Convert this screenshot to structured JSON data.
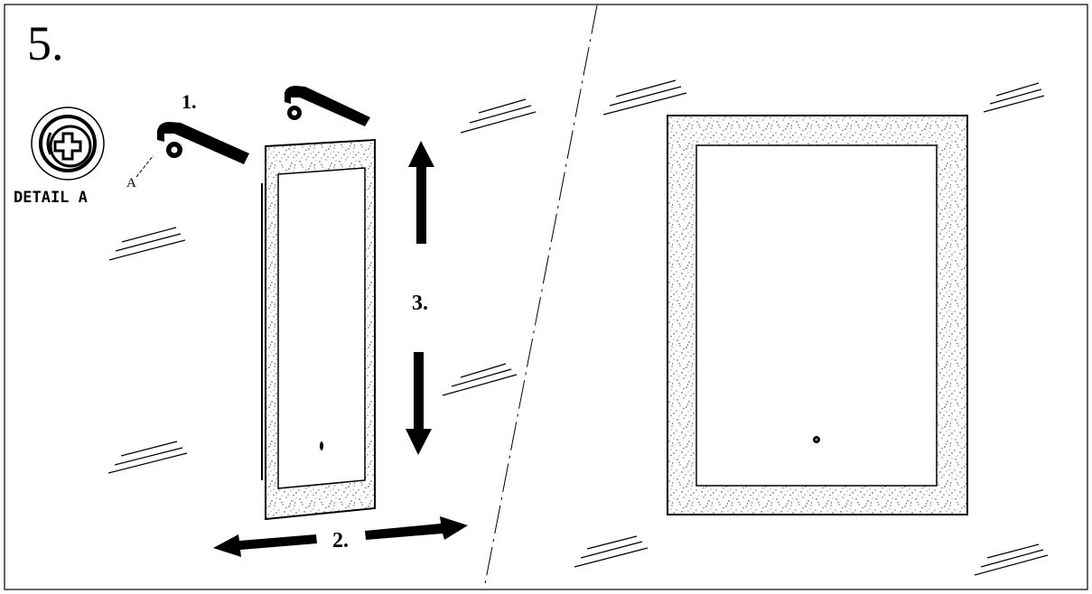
{
  "step_number": "5.",
  "detail_label": "DETAIL A",
  "callout_letter": "A",
  "substeps": {
    "one": "1.",
    "two": "2.",
    "three": "3."
  },
  "colors": {
    "line": "#000000",
    "background": "#ffffff",
    "texture": "#333333"
  },
  "icons": [
    "screw-detail-icon",
    "wall-bracket-icon",
    "mirror-icon",
    "arrow-up-icon",
    "arrow-down-icon",
    "arrow-left-icon",
    "arrow-right-icon",
    "wall-hatch-icon",
    "touch-sensor-icon"
  ]
}
